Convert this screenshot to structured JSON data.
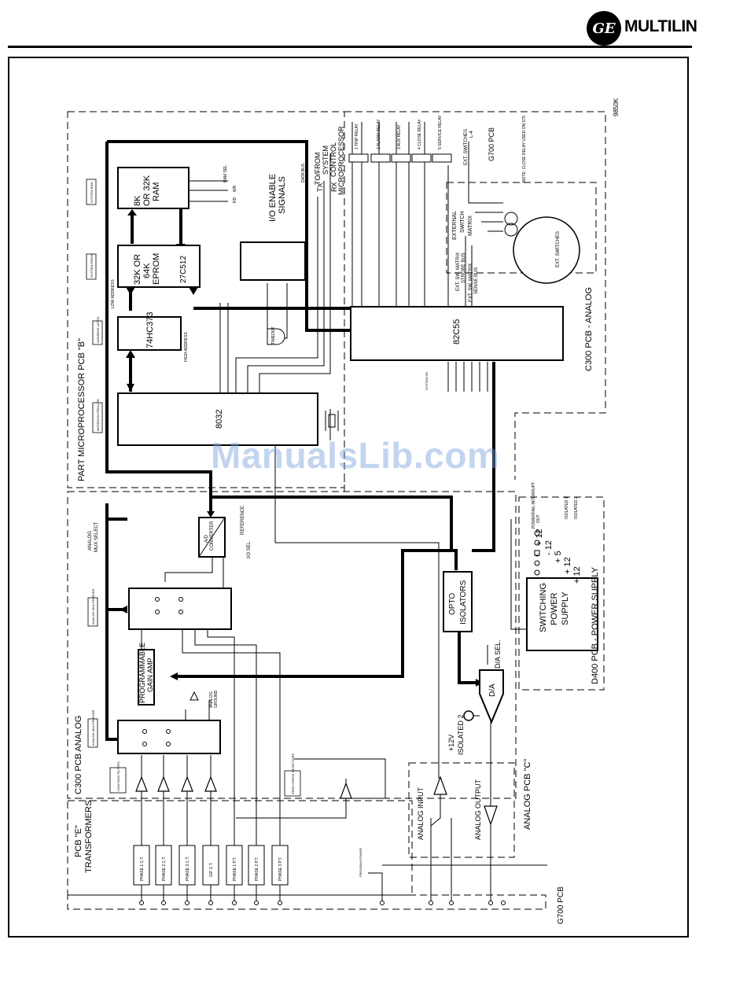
{
  "header": {
    "logo_text": "GE",
    "brand": "MULTILIN"
  },
  "doc_code": "9850K",
  "watermark": "ManualsLib.com",
  "regions": {
    "micro": "PART MICROPROCESSOR PCB \"B\"",
    "c300_analog": "C300 PCB ANALOG",
    "c300_right": "C300 PCB - ANALOG",
    "pcb_e": "PCB \"E\"",
    "transformers": "TRANSFORMERS",
    "g700": "G700 PCB",
    "analog_c": "ANALOG PCB \"C\"",
    "d400": "D400 PCB - POWER SUPPLY"
  },
  "blocks": {
    "ram": [
      "8K",
      "OR 32K",
      "RAM"
    ],
    "eprom": [
      "32K OR",
      "64K",
      "EPROM"
    ],
    "eprom_part": "27C512",
    "latch": "74HC373",
    "cpu": "8032",
    "ppi": "82C55",
    "io_enable": [
      "I/O ENABLE",
      "SIGNALS"
    ],
    "pga": [
      "PROGRAMMABLE",
      "GAIN AMP"
    ],
    "opto": [
      "OPTO",
      "ISOLATORS"
    ],
    "da": "D/A",
    "psu": [
      "SWITCHING",
      "POWER",
      "SUPPLY"
    ],
    "ad": [
      "A/D",
      "CONVERTER"
    ],
    "watchdog": "TIMEOUT"
  },
  "signals": {
    "to_from": [
      "TO/FROM",
      "SYSTEM",
      "CONTROL",
      "MICROPROCESSOR"
    ],
    "tx": "TX",
    "rx": "RX",
    "da_sel": "D/A SEL.",
    "iso": [
      "+12V",
      "ISOLATED 2"
    ],
    "analog_input": "ANALOG INPUT",
    "analog_output": "ANALOG OUTPUT",
    "reference": "REFERENCE",
    "io_sel": "I/O SEL.",
    "analog_mux_select": [
      "ANALOG",
      "MUX SELECT"
    ],
    "ext_matrix": [
      "EXTERNAL",
      "SWITCH",
      "MATRIX"
    ],
    "ext_switches": [
      "EXT. SWITCHES",
      "L-4"
    ],
    "g700_pcb": "G700 PCB",
    "strobe": [
      "EXT. SW. MATRIX",
      "STROBE BUS"
    ],
    "sense": [
      "EXT. SW. MATRIX",
      "SENSE BUS"
    ],
    "ext_switches_circle": "EXT. SWITCHES",
    "note": "NOTE: CLOSE RELAY USED ON 575",
    "data_bus": "DATA BUS",
    "high_address": "HIGH ADDRESS",
    "low_address": "LOW ADDRESS",
    "ram_sel": "RAM SEL.",
    "wr": "WR",
    "rd": "RD",
    "analog_ground": [
      "ANALOG",
      "GROUND"
    ]
  },
  "power_rails": [
    "POWERFAIL INTERRUPT",
    "+ 12",
    "- 12",
    "+ 5",
    "+ 12",
    "+ 12"
  ],
  "rail_tags": [
    "",
    "OUT",
    "",
    "",
    "ISOLATED 1",
    "ISOLATED 2"
  ],
  "relays": [
    "1 TRIP RELAY",
    "2 ALARM RELAY",
    "3 AUX RELAY",
    "4 CLOSE RELAY",
    "5 SERVICE RELAY"
  ],
  "ct_inputs": [
    "PHASE 1 C.T.",
    "PHASE 2 C.T.",
    "PHASE 3 C.T.",
    "G/F C.T.",
    "PHASE 1 P.T.",
    "PHASE 2 P.T.",
    "PHASE 3 P.T."
  ],
  "left_tags": [
    "SYSTEM RAM",
    "SYSTEM PROM",
    "ADDRESS LATCH",
    "MICROCONTROLLER",
    "ANALOG MULTIPLEXER",
    "ANALOG MULTIPLEXER",
    "LOW PASS FILTERS",
    "ZERO CROSS DETECTORS"
  ],
  "misc": {
    "program_power": "PROGRAM POWER",
    "system_io": "SYSTEM I/O"
  }
}
